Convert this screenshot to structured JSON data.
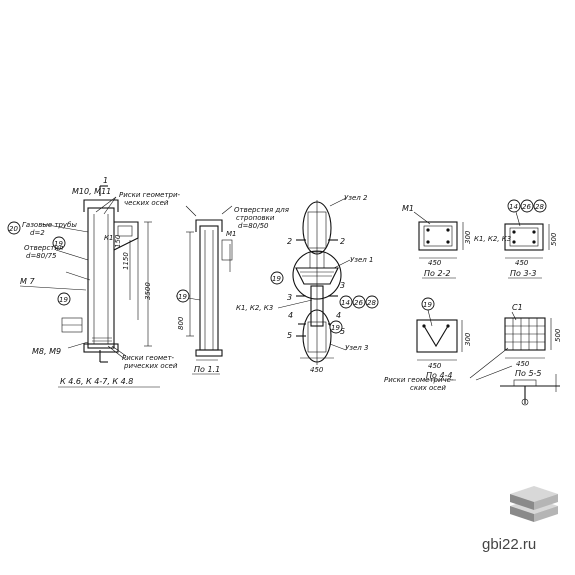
{
  "labels": {
    "m10_m11": "М10, М11",
    "cut_1": "1",
    "risk_axes_top": "Риски геометри-",
    "risk_axes_top2": "ческих осей",
    "label_20": "20",
    "pipe_stub": "Газовые трубы",
    "pipe_stub2": "d=2",
    "holes_left": "Отверстия",
    "holes_left2": "d=80/75",
    "m7": "М 7",
    "m8_m9": "М8, М9",
    "callout_19_a": "19",
    "callout_19_b": "19",
    "callout_19_c": "19",
    "callout_19_d": "19",
    "callout_19_e": "19",
    "risk_bottom": "Риски геомет-",
    "risk_bottom2": "рических осей",
    "k_marks": "К 4.6, К 4-7, К 4.8",
    "k1": "К1",
    "holes_mid": "Отверстия для",
    "holes_mid2": "строповки",
    "holes_mid3": "d=80/50",
    "m1_mid": "М1",
    "pos11": "По 1.1",
    "uzel2": "Узел 2",
    "uzel1": "Узел 1",
    "uzel3": "Узел 3",
    "k_mid": "К1, К2, К3",
    "sec2": "2",
    "sec3": "3",
    "sec4": "4",
    "sec5": "5",
    "c14": "14",
    "c26": "26",
    "c28": "28",
    "dim450": "450",
    "dim450_b": "450",
    "dim450_c": "450",
    "dim450_d": "450",
    "dim450_e": "450",
    "m1_right": "М1",
    "pos22": "По 2-2",
    "pos33": "По 3-3",
    "pos44": "По 4-4",
    "pos55": "По 5-5",
    "k1k2k3": "К1, К2, К3",
    "c1": "С1",
    "risk_right": "Риски геометриче-",
    "risk_right2": "ских осей",
    "dim300": "300",
    "dim500": "500",
    "dim3500": "3500",
    "dim800": "800",
    "dim1150": "1150",
    "dim150": "150"
  },
  "watermark": {
    "text": "gbi22.ru"
  },
  "logo": {
    "icon": "stacked-slabs-icon",
    "colors": [
      "#8a8a8a",
      "#b5b5b5",
      "#d8d8d8"
    ]
  }
}
